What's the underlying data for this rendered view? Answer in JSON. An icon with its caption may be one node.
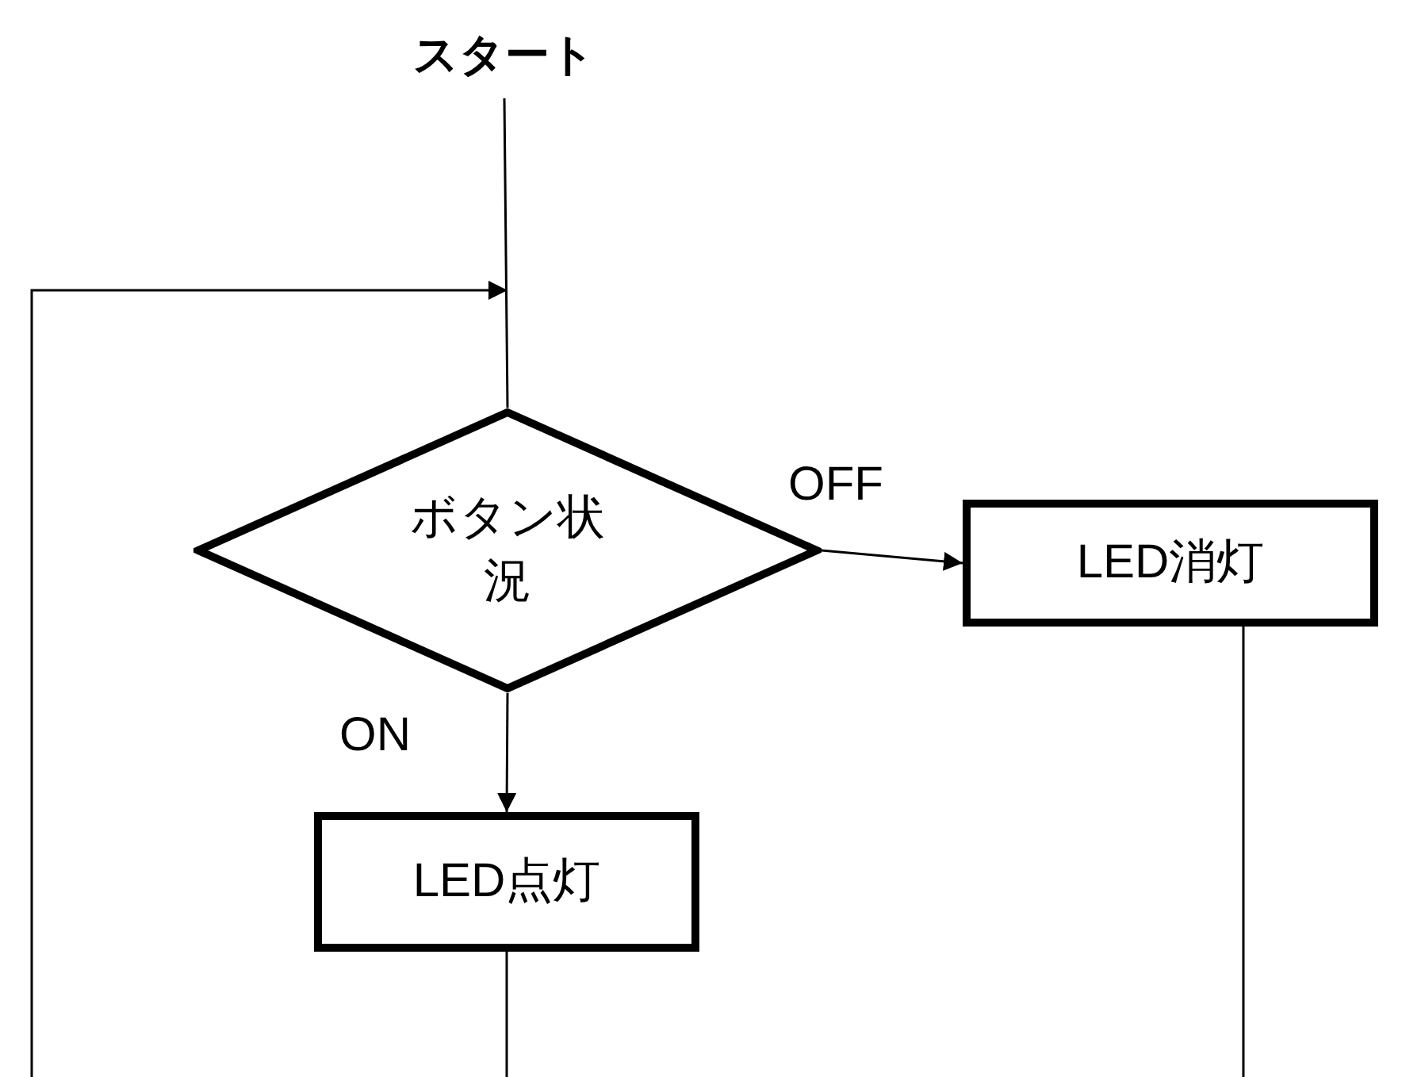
{
  "diagram": {
    "nodes": [
      {
        "text": [
          "スタート"
        ]
      },
      {
        "text": [
          "ボタン状況"
        ]
      },
      {
        "text": [
          "LED点灯"
        ]
      },
      {
        "text": [
          "LED消灯"
        ]
      }
    ],
    "edges": [
      {
        "from": 0,
        "to": 1,
        "arrow": "none"
      },
      {
        "from": null,
        "to": 1,
        "arrow": "to"
      },
      {
        "from": 1,
        "to": 3,
        "arrow": "to",
        "label": "OFF"
      },
      {
        "from": 1,
        "to": 2,
        "arrow": "to",
        "label": "ON"
      },
      {
        "from": 2,
        "to": null,
        "arrow": "none"
      },
      {
        "from": 3,
        "to": null,
        "arrow": "none"
      }
    ]
  }
}
